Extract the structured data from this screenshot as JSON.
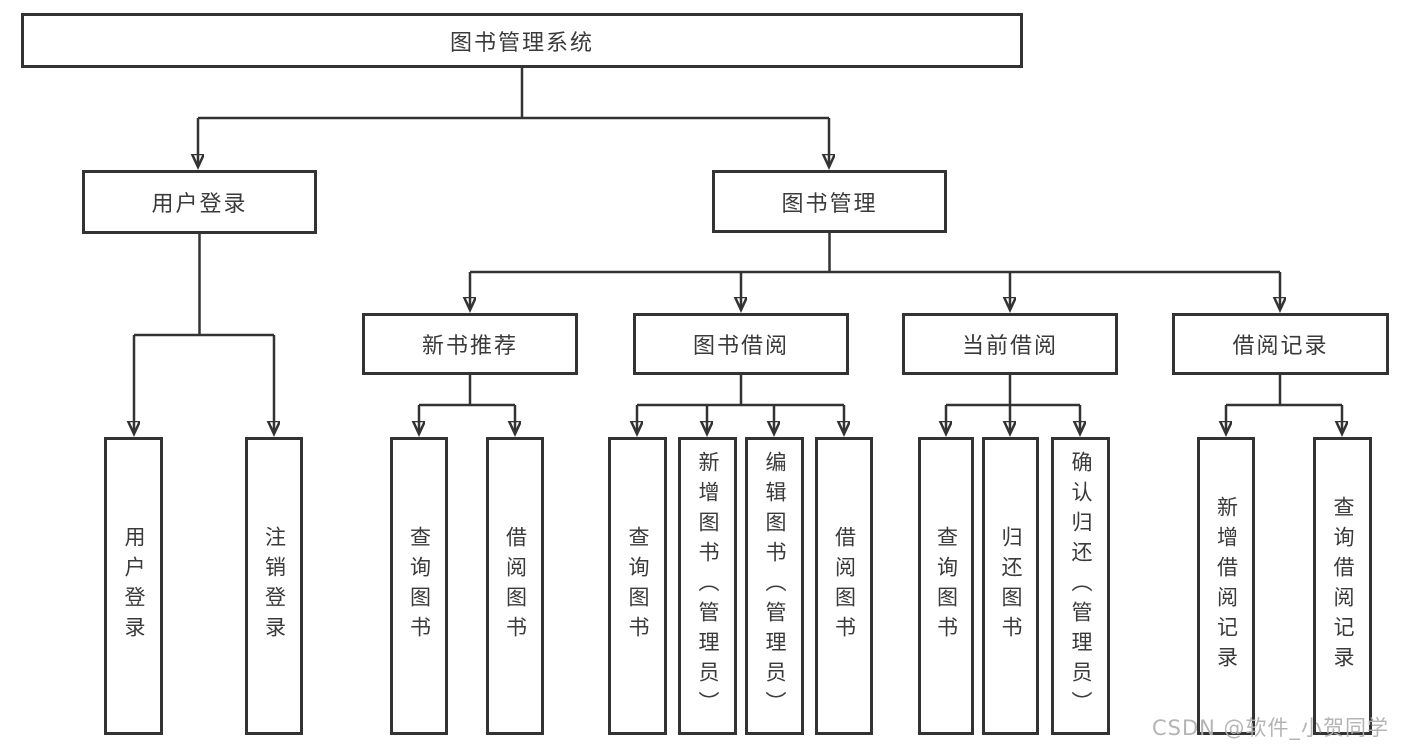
{
  "diagram": {
    "root_label": "图书管理系统",
    "branches": [
      {
        "label": "用户登录",
        "children": [
          {
            "label": "用户登录"
          },
          {
            "label": "注销登录"
          }
        ]
      },
      {
        "label": "图书管理",
        "children": [
          {
            "label": "新书推荐",
            "children": [
              {
                "label": "查询图书"
              },
              {
                "label": "借阅图书"
              }
            ]
          },
          {
            "label": "图书借阅",
            "children": [
              {
                "label": "查询图书"
              },
              {
                "label": "新增图书（管理员）"
              },
              {
                "label": "编辑图书（管理员）"
              },
              {
                "label": "借阅图书"
              }
            ]
          },
          {
            "label": "当前借阅",
            "children": [
              {
                "label": "查询图书"
              },
              {
                "label": "归还图书"
              },
              {
                "label": "确认归还（管理员）"
              }
            ]
          },
          {
            "label": "借阅记录",
            "children": [
              {
                "label": "新增借阅记录"
              },
              {
                "label": "查询借阅记录"
              }
            ]
          }
        ]
      }
    ]
  },
  "watermark": {
    "text": "CSDN @软件_小贺同学"
  },
  "colors": {
    "line": "#333333",
    "text": "#3a3a3a",
    "background": "#ffffff",
    "watermark": "#b0b0b0"
  }
}
